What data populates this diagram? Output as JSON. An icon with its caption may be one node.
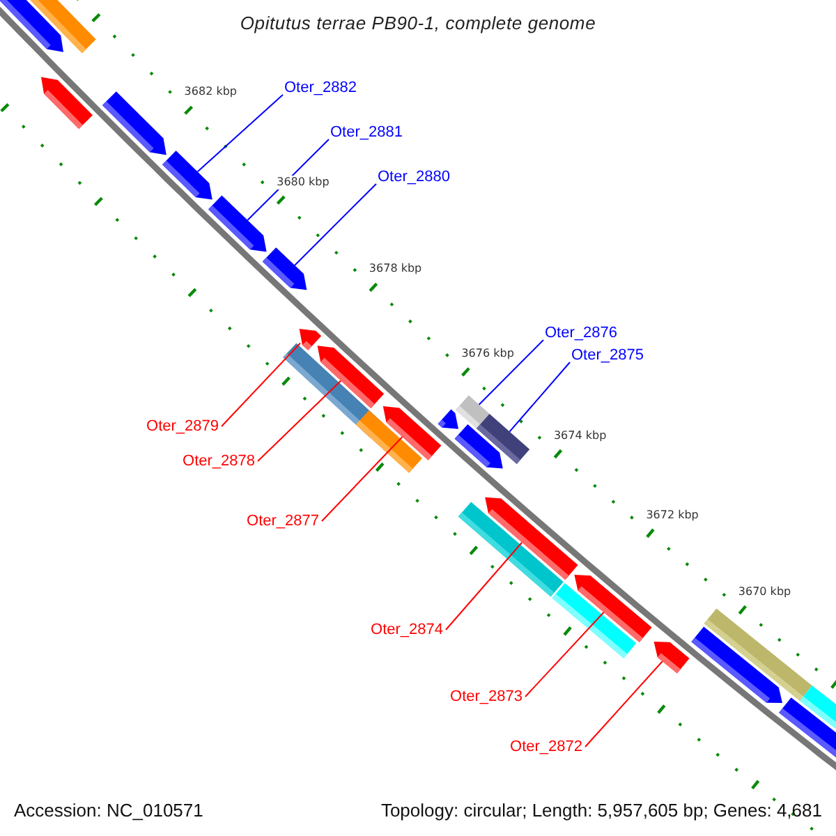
{
  "diagram": {
    "title": "Opitutus terrae PB90-1, complete genome",
    "nodes": [
      {
        "text": [
          "Oter_2882"
        ]
      },
      {
        "text": [
          "Oter_2881"
        ]
      },
      {
        "text": [
          "Oter_2880"
        ]
      },
      {
        "text": [
          "Oter_2876"
        ]
      },
      {
        "text": [
          "Oter_2875"
        ]
      },
      {
        "text": [
          "Oter_2879"
        ]
      },
      {
        "text": [
          "Oter_2878"
        ]
      },
      {
        "text": [
          "Oter_2877"
        ]
      },
      {
        "text": [
          "Oter_2874"
        ]
      },
      {
        "text": [
          "Oter_2873"
        ]
      },
      {
        "text": [
          "Oter_2872"
        ]
      },
      {
        "text": [],
        "shape": "pentagon"
      },
      {
        "text": [],
        "shape": "bar"
      },
      {
        "text": [],
        "shape": "pentagon"
      },
      {
        "text": [],
        "shape": "pentagon"
      },
      {
        "text": [],
        "shape": "pentagon"
      },
      {
        "text": [],
        "shape": "pentagon"
      },
      {
        "text": [],
        "shape": "pentagon"
      },
      {
        "text": [],
        "shape": "pentagon"
      },
      {
        "text": [],
        "shape": "bar"
      },
      {
        "text": [],
        "shape": "pentagon"
      },
      {
        "text": [],
        "shape": "bar"
      },
      {
        "text": [],
        "shape": "pentagon"
      },
      {
        "text": [],
        "shape": "pentagon"
      },
      {
        "text": [],
        "shape": "bar"
      },
      {
        "text": [],
        "shape": "pentagon"
      },
      {
        "text": [],
        "shape": "bar"
      },
      {
        "text": [],
        "shape": "bar"
      },
      {
        "text": [],
        "shape": "pentagon"
      },
      {
        "text": [],
        "shape": "bar"
      },
      {
        "text": [],
        "shape": "pentagon"
      },
      {
        "text": [],
        "shape": "pentagon"
      },
      {
        "text": [],
        "shape": "bar"
      },
      {
        "text": [],
        "shape": "pentagon"
      },
      {
        "text": [],
        "shape": "pentagon"
      },
      {
        "text": [],
        "shape": "bar"
      }
    ],
    "edges": [
      {
        "from": 0,
        "to": 15,
        "arrow": "none",
        "color": "#0000ff"
      },
      {
        "from": 1,
        "to": 16,
        "arrow": "none",
        "color": "#0000ff"
      },
      {
        "from": 2,
        "to": 17,
        "arrow": "none",
        "color": "#0000ff"
      },
      {
        "from": 3,
        "to": 24,
        "arrow": "none",
        "color": "#0000ff"
      },
      {
        "from": 4,
        "to": 26,
        "arrow": "none",
        "color": "#0000ff"
      },
      {
        "from": 5,
        "to": 18,
        "arrow": "none"
      },
      {
        "from": 6,
        "to": 20,
        "arrow": "none"
      },
      {
        "from": 7,
        "to": 22,
        "arrow": "none"
      },
      {
        "from": 8,
        "to": 28,
        "arrow": "none"
      },
      {
        "from": 9,
        "to": 30,
        "arrow": "none"
      },
      {
        "from": 10,
        "to": 31,
        "arrow": "none"
      }
    ],
    "labels": [
      "3682 kbp",
      "3680 kbp",
      "3678 kbp",
      "3676 kbp",
      "3674 kbp",
      "3672 kbp",
      "3670 kbp",
      "Accession: NC_010571",
      "Topology: circular; Length: 5,957,605 bp; Genes: 4,681"
    ]
  }
}
